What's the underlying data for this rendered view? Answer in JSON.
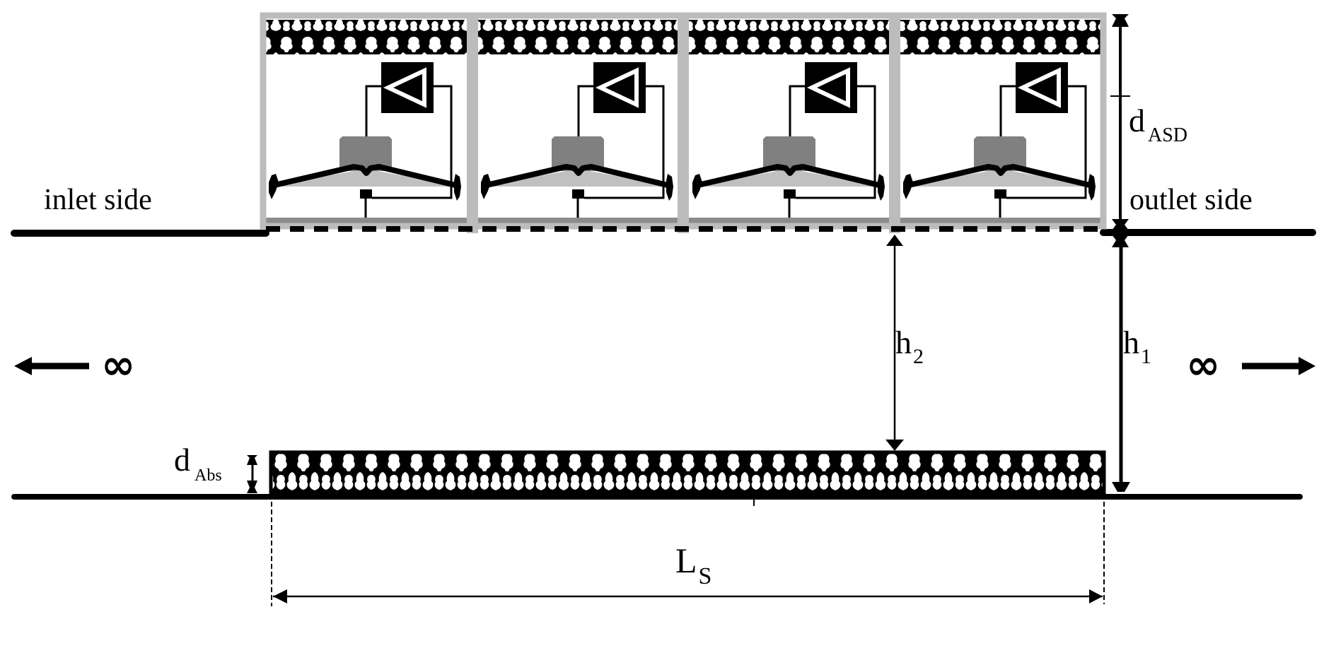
{
  "diagram": {
    "title": "Active sound-absorbing duct segment with four ASD cells",
    "labels": {
      "inlet": "inlet side",
      "outlet": "outlet side",
      "d_asd": {
        "main": "d",
        "sub": "ASD"
      },
      "d_abs": {
        "main": "d",
        "sub": "Abs"
      },
      "h1": {
        "main": "h",
        "sub": "1"
      },
      "h2": {
        "main": "h",
        "sub": "2"
      },
      "ls": {
        "main": "L",
        "sub": "S"
      },
      "infinity_left": "∞",
      "infinity_right": "∞"
    },
    "components": {
      "cells": [
        {
          "id": 1,
          "name": "ASD cell 1",
          "parts": [
            "absorber layer",
            "amplifier",
            "loudspeaker",
            "microphone"
          ]
        },
        {
          "id": 2,
          "name": "ASD cell 2",
          "parts": [
            "absorber layer",
            "amplifier",
            "loudspeaker",
            "microphone"
          ]
        },
        {
          "id": 3,
          "name": "ASD cell 3",
          "parts": [
            "absorber layer",
            "amplifier",
            "loudspeaker",
            "microphone"
          ]
        },
        {
          "id": 4,
          "name": "ASD cell 4",
          "parts": [
            "absorber layer",
            "amplifier",
            "loudspeaker",
            "microphone"
          ]
        }
      ],
      "lower_absorber": "porous absorber lining on duct floor",
      "perforated_plate": "dashed line (perforated cover)"
    },
    "colors": {
      "line": "#000000",
      "frame": "#bcbcbc",
      "plate": "#8c8c8c",
      "magnet": "#808080",
      "cone_fill": "#c0c0c0",
      "background": "#ffffff"
    },
    "icons": {
      "amplifier": "triangle-amplifier-icon",
      "speaker": "loudspeaker-icon",
      "microphone": "microphone-icon",
      "arrow_left": "arrow-left-icon",
      "arrow_right": "arrow-right-icon"
    }
  }
}
